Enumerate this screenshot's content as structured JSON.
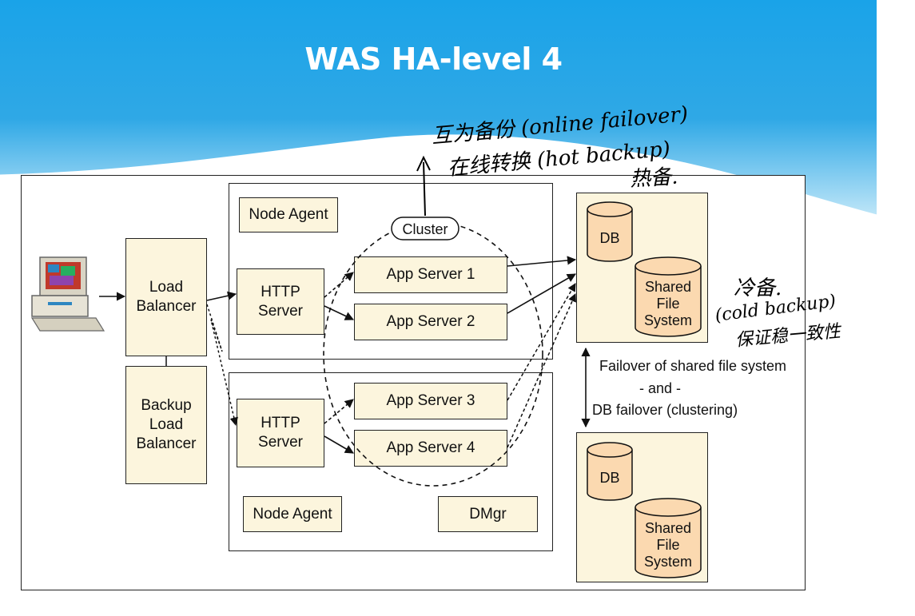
{
  "slide": {
    "title": "WAS HA-level 4",
    "accent_top": "#1aa3e8",
    "accent_bottom": "#bfe6f8"
  },
  "diagram": {
    "load_balancer": "Load\nBalancer",
    "backup_load_balancer": "Backup\nLoad\nBalancer",
    "top_node": {
      "node_agent": "Node Agent",
      "http_server": "HTTP\nServer",
      "app_servers": [
        "App Server 1",
        "App Server 2"
      ]
    },
    "bottom_node": {
      "node_agent": "Node Agent",
      "dmgr": "DMgr",
      "http_server": "HTTP\nServer",
      "app_servers": [
        "App Server 3",
        "App Server 4"
      ]
    },
    "cluster_label": "Cluster",
    "db_primary": {
      "db": "DB",
      "shared_fs": "Shared\nFile\nSystem"
    },
    "db_secondary": {
      "db": "DB",
      "shared_fs": "Shared\nFile\nSystem"
    },
    "failover_note": [
      "Failover of shared file system",
      "- and -",
      "DB failover (clustering)"
    ]
  },
  "annotations": {
    "hot_line1": "互为备份 (online failover)",
    "hot_line2": "在线转换 (hot backup)",
    "hot_short": "热备.",
    "cold_line1": "冷备.",
    "cold_line2": "(cold backup)",
    "cold_line3": "保证稳一致性"
  }
}
